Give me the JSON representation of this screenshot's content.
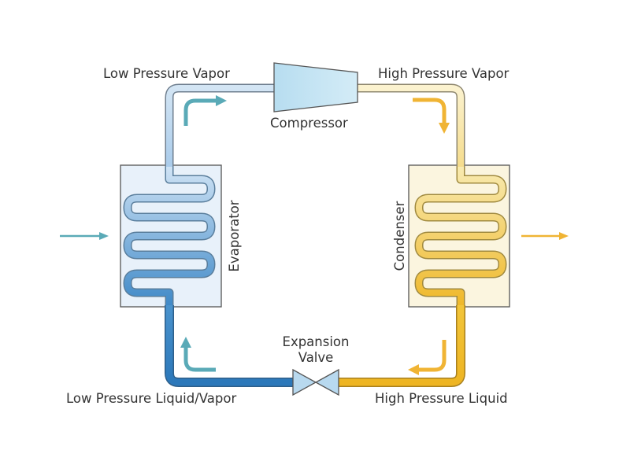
{
  "labels": {
    "low_pressure_vapor": "Low Pressure Vapor",
    "high_pressure_vapor": "High Pressure Vapor",
    "compressor": "Compressor",
    "evaporator": "Evaporator",
    "condenser": "Condenser",
    "expansion_valve_line1": "Expansion",
    "expansion_valve_line2": "Valve",
    "low_pressure_liquid_vapor": "Low Pressure Liquid/Vapor",
    "high_pressure_liquid": "High Pressure Liquid"
  },
  "colors": {
    "cold_light": "#9cc4e6",
    "cold_dark": "#3a86c4",
    "warm_light": "#f6e6a6",
    "warm_dark": "#f0be2e",
    "compressor_fill": "#c4e3f2",
    "evaporator_box": "#e8f1fa",
    "condenser_box": "#fbf5df",
    "arrow_cold": "#5aaab7",
    "arrow_warm": "#f0b434"
  }
}
